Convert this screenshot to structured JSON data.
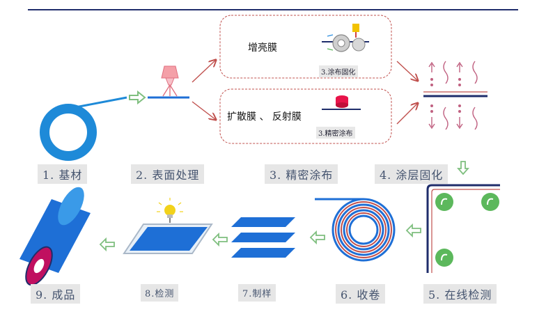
{
  "steps": [
    {
      "label": "1. 基材"
    },
    {
      "label": "2. 表面处理"
    },
    {
      "label": "3. 精密涂布"
    },
    {
      "label": "4. 涂层固化"
    },
    {
      "label": "5. 在线检测"
    },
    {
      "label": "6. 收卷"
    },
    {
      "label": "7.制样"
    },
    {
      "label": "8.检测"
    },
    {
      "label": "9. 成品"
    }
  ],
  "branches": [
    {
      "text": "增亮膜",
      "sub_label": "3.涂布固化"
    },
    {
      "text": "扩散膜 、 反射膜",
      "sub_label": "3.精密涂布"
    }
  ],
  "colors": {
    "header_line": "#1f2d6b",
    "film_blue": "#1e6fd6",
    "roll_blue": "#2a8fe0",
    "arrow_green": "#7fbf7f",
    "arrow_red": "#c0504d",
    "cure_pink": "#c06080",
    "roller_green": "#5cb85c",
    "lamp_yellow": "#f2d21b",
    "box_border": "#c0504d"
  }
}
